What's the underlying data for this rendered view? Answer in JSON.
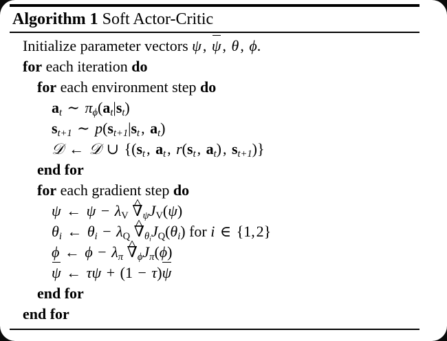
{
  "document": {
    "kind": "algorithm-pseudocode-block",
    "title": {
      "label": "Algorithm 1",
      "name": "Soft Actor-Critic"
    },
    "colors": {
      "background": "#ffffff",
      "text": "#000000",
      "rule": "#000000"
    },
    "lines": [
      {
        "id": "line-1",
        "indent": 0,
        "text": "Initialize parameter vectors ψ, ψ̄, θ, φ."
      },
      {
        "id": "line-2",
        "indent": 0,
        "text": "for each iteration do"
      },
      {
        "id": "line-3",
        "indent": 1,
        "text": "for each environment step do"
      },
      {
        "id": "line-4",
        "indent": 2,
        "text": "a_t ~ π_φ(a_t|s_t)"
      },
      {
        "id": "line-5",
        "indent": 2,
        "text": "s_{t+1} ~ p(s_{t+1}|s_t, a_t)"
      },
      {
        "id": "line-6",
        "indent": 2,
        "text": "D ← D ∪ {(s_t, a_t, r(s_t, a_t), s_{t+1})}"
      },
      {
        "id": "line-7",
        "indent": 1,
        "text": "end for"
      },
      {
        "id": "line-8",
        "indent": 1,
        "text": "for each gradient step do"
      },
      {
        "id": "line-9",
        "indent": 2,
        "text": "ψ ← ψ − λ_V ∇̂_ψ J_V(ψ)"
      },
      {
        "id": "line-10",
        "indent": 2,
        "text": "θ_i ← θ_i − λ_Q ∇̂_{θ_i} J_Q(θ_i) for i ∈ {1, 2}"
      },
      {
        "id": "line-11",
        "indent": 2,
        "text": "φ ← φ − λ_π ∇̂_φ J_π(φ)"
      },
      {
        "id": "line-12",
        "indent": 2,
        "text": "ψ̄ ← τψ + (1 − τ)ψ̄"
      },
      {
        "id": "line-13",
        "indent": 1,
        "text": "end for"
      },
      {
        "id": "line-14",
        "indent": 0,
        "text": "end for"
      }
    ],
    "keywords": {
      "for": "for",
      "do": "do",
      "end_for": "end for",
      "each_iteration": "each iteration",
      "each_environment_step": "each environment step",
      "each_gradient_step": "each gradient step",
      "initialize_prefix": "Initialize parameter vectors",
      "for_i_in": "for",
      "period": "."
    },
    "symbols": {
      "psi": "ψ",
      "psi_bar": "ψ̄",
      "theta": "θ",
      "phi": "φ",
      "pi": "π",
      "tau": "τ",
      "lambda": "λ",
      "nabla_hat": "∇̂",
      "arrow_left": "←",
      "tilde": "∼",
      "cup": "∪",
      "in": "∈",
      "minus": "−",
      "plus": "+",
      "comma": ",",
      "mid": "|",
      "D": "D",
      "J": "J",
      "r": "r",
      "p": "p",
      "a": "a",
      "s": "s",
      "t": "t",
      "t_plus_1": "t+1",
      "i": "i",
      "V": "V",
      "Q": "Q",
      "one": "1",
      "two": "2"
    }
  }
}
